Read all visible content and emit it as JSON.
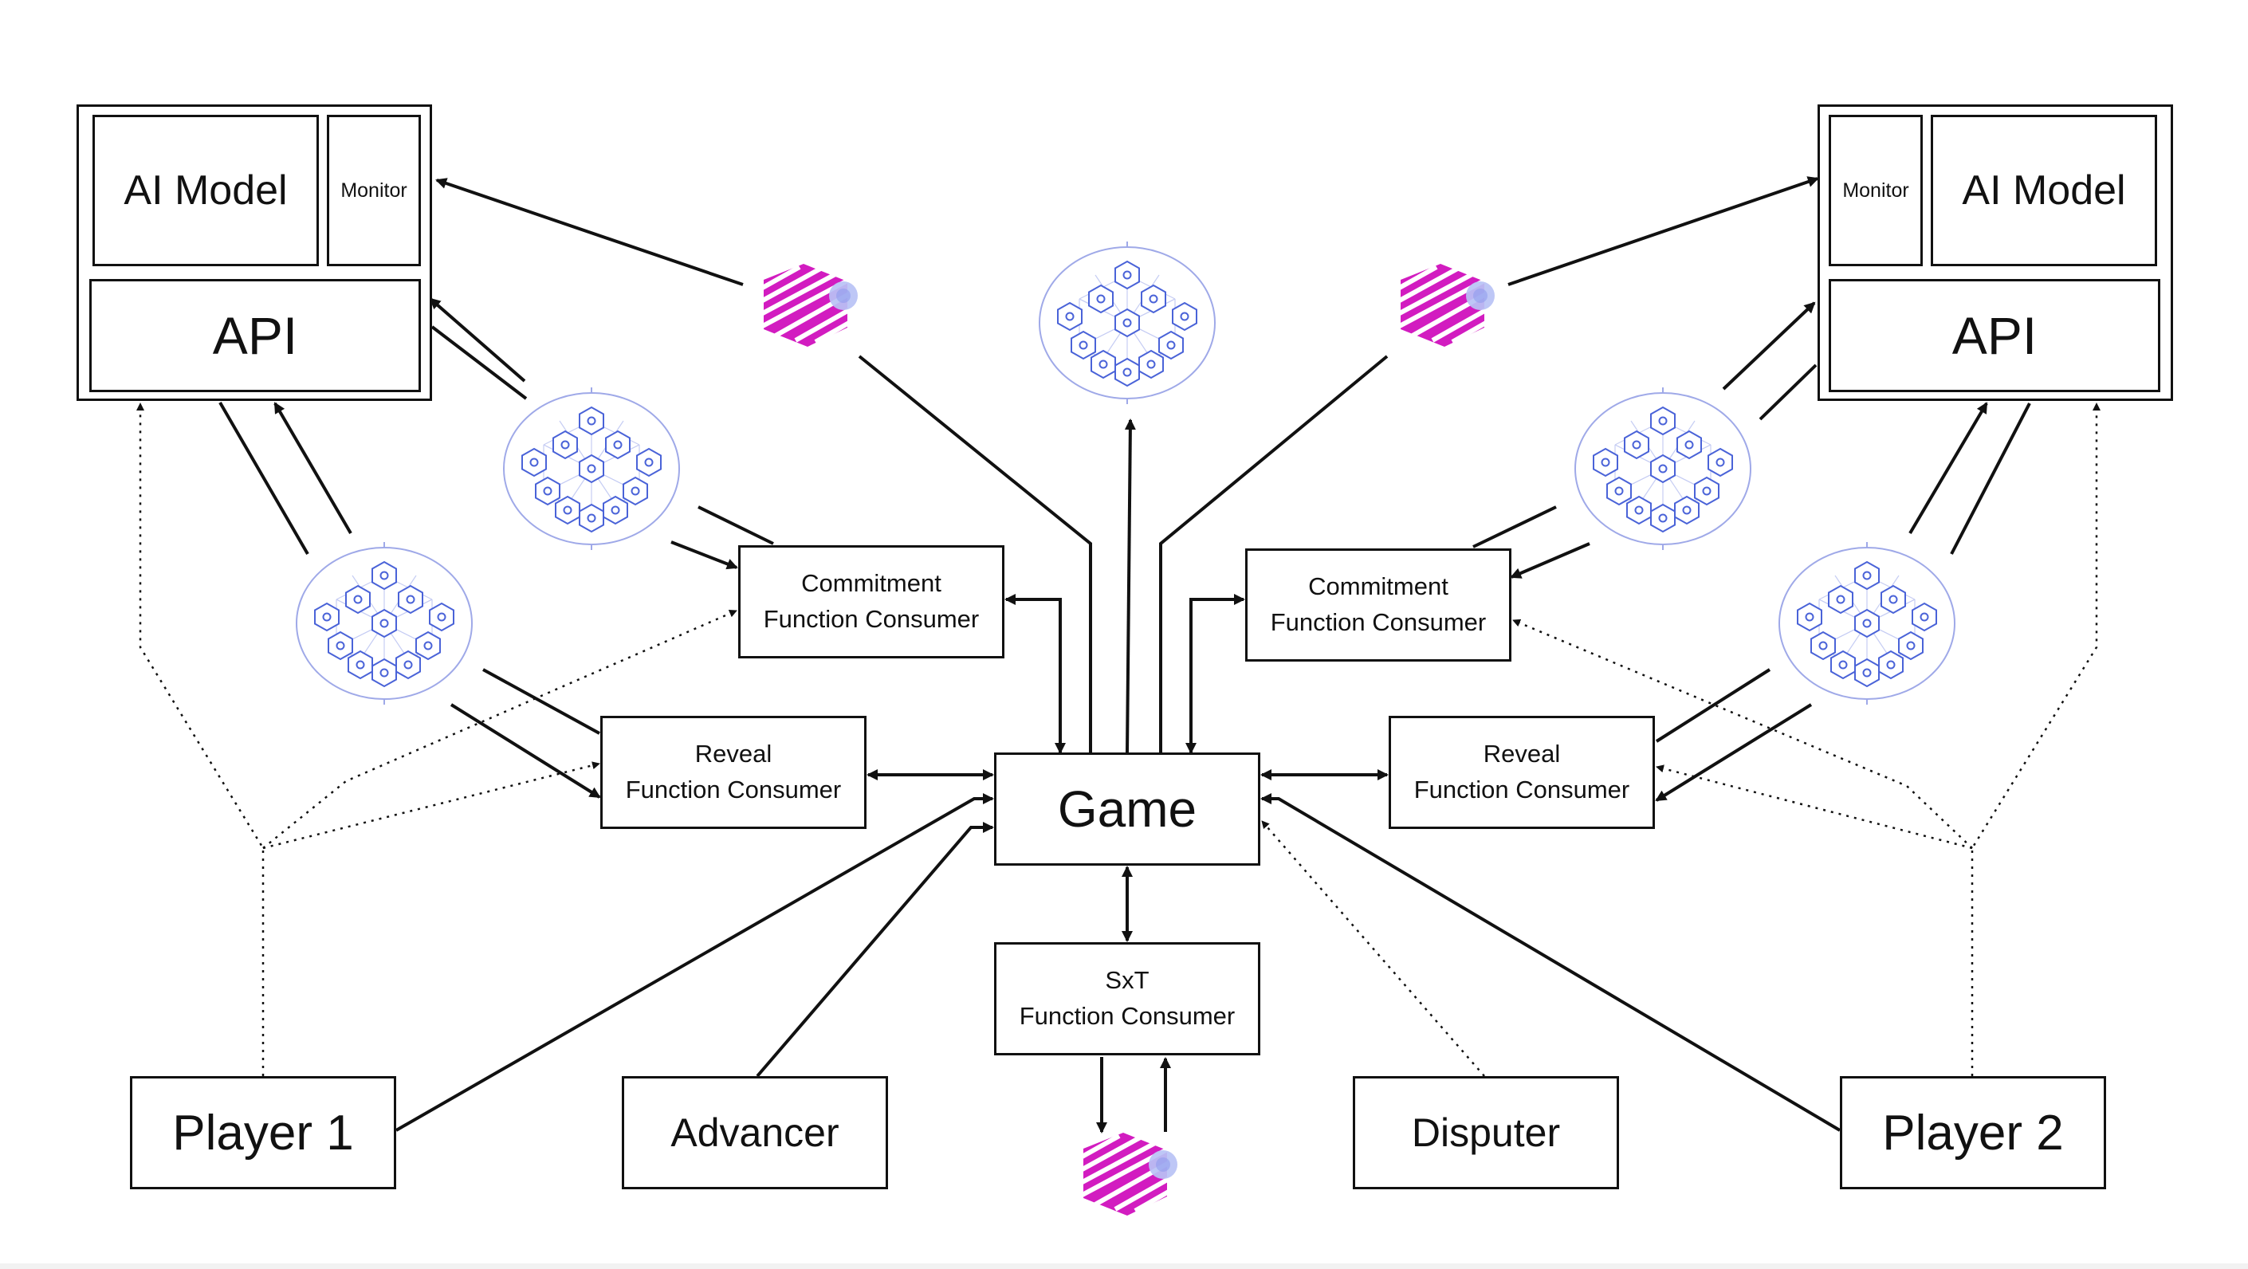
{
  "left_cluster": {
    "ai_model_label": "AI Model",
    "monitor_label": "Monitor",
    "api_label": "API"
  },
  "right_cluster": {
    "ai_model_label": "AI Model",
    "monitor_label": "Monitor",
    "api_label": "API"
  },
  "left_commitment_label": "Commitment\nFunction Consumer",
  "left_reveal_label": "Reveal\nFunction Consumer",
  "right_commitment_label": "Commitment\nFunction Consumer",
  "right_reveal_label": "Reveal\nFunction Consumer",
  "game_label": "Game",
  "sxt_label": "SxT\nFunction Consumer",
  "player1_label": "Player 1",
  "player2_label": "Player 2",
  "advancer_label": "Advancer",
  "disputer_label": "Disputer",
  "colors": {
    "stroke": "#111111",
    "network_blue": "#4a63d8",
    "network_ring": "#9fa9e8",
    "magenta": "#d21cc0",
    "magenta_light": "#f07ae4",
    "lavender": "#b9c2f5"
  }
}
